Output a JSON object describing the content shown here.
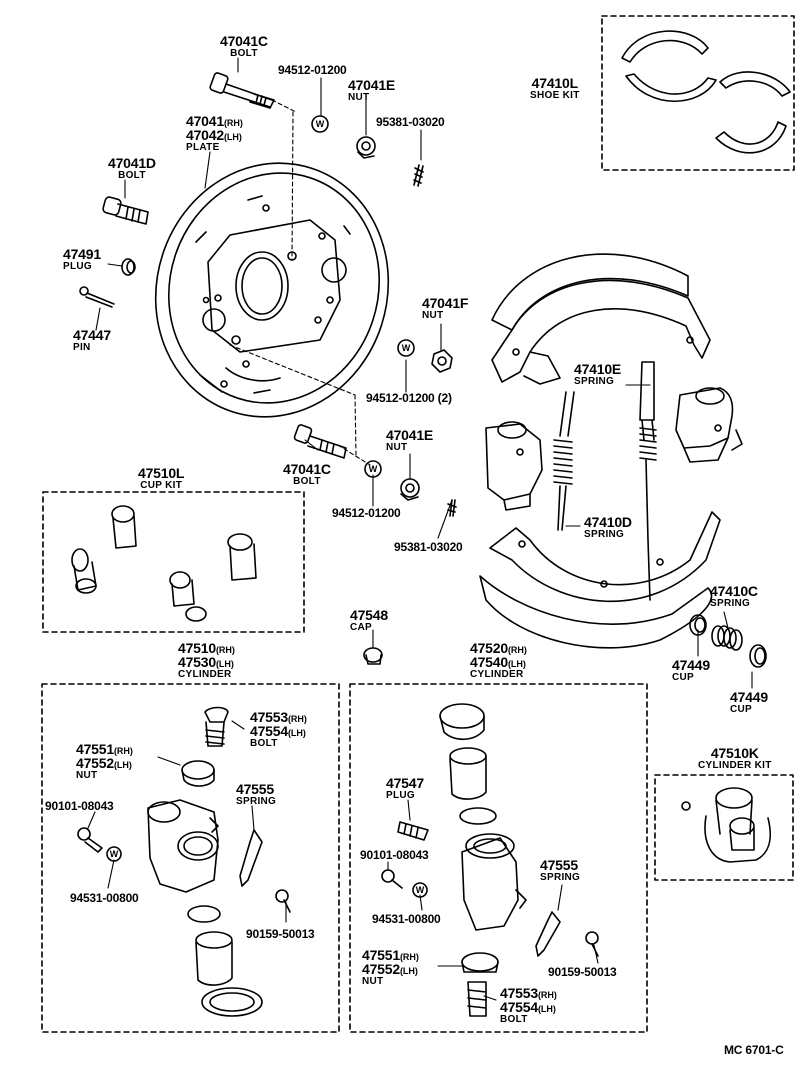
{
  "diagram_code": "MC 6701-C",
  "labels": {
    "bolt_47041c_top": {
      "number": "47041C",
      "name": "BOLT"
    },
    "bolt_47041d": {
      "number": "47041D",
      "name": "BOLT"
    },
    "washer_94512_top": {
      "number": "94512-01200"
    },
    "nut_47041e_top": {
      "number": "47041E",
      "name": "NUT"
    },
    "pin_95381_top": {
      "number": "95381-03020"
    },
    "plate": {
      "rh_number": "47041",
      "rh_side": "(RH)",
      "lh_number": "47042",
      "lh_side": "(LH)",
      "name": "PLATE"
    },
    "shoe_kit": {
      "number": "47410L",
      "name": "SHOE KIT"
    },
    "plug_47491": {
      "number": "47491",
      "name": "PLUG"
    },
    "pin_47447": {
      "number": "47447",
      "name": "PIN"
    },
    "nut_47041f": {
      "number": "47041F",
      "name": "NUT"
    },
    "washer_94512_2": {
      "number": "94512-01200 (2)"
    },
    "spring_47410e": {
      "number": "47410E",
      "name": "SPRING"
    },
    "nut_47041e_mid": {
      "number": "47041E",
      "name": "NUT"
    },
    "bolt_47041c_mid": {
      "number": "47041C",
      "name": "BOLT"
    },
    "washer_94512_mid": {
      "number": "94512-01200"
    },
    "cup_kit": {
      "number": "47510L",
      "name": "CUP KIT"
    },
    "spring_47410d": {
      "number": "47410D",
      "name": "SPRING"
    },
    "pin_95381_mid": {
      "number": "95381-03020"
    },
    "spring_47410c": {
      "number": "47410C",
      "name": "SPRING"
    },
    "cap_47548": {
      "number": "47548",
      "name": "CAP"
    },
    "cup_47449_a": {
      "number": "47449",
      "name": "CUP"
    },
    "cup_47449_b": {
      "number": "47449",
      "name": "CUP"
    },
    "cyl_left": {
      "rh_number": "47510",
      "rh_side": "(RH)",
      "lh_number": "47530",
      "lh_side": "(LH)",
      "name": "CYLINDER"
    },
    "cyl_right": {
      "rh_number": "47520",
      "rh_side": "(RH)",
      "lh_number": "47540",
      "lh_side": "(LH)",
      "name": "CYLINDER"
    },
    "bolt_left": {
      "rh_number": "47553",
      "rh_side": "(RH)",
      "lh_number": "47554",
      "lh_side": "(LH)",
      "name": "BOLT"
    },
    "nut_left": {
      "rh_number": "47551",
      "rh_side": "(RH)",
      "lh_number": "47552",
      "lh_side": "(LH)",
      "name": "NUT"
    },
    "bolt_90101_left": {
      "number": "90101-08043"
    },
    "spring_47555_left": {
      "number": "47555",
      "name": "SPRING"
    },
    "washer_94531_left": {
      "number": "94531-00800"
    },
    "screw_90159_left": {
      "number": "90159-50013"
    },
    "plug_47547": {
      "number": "47547",
      "name": "PLUG"
    },
    "bolt_90101_right": {
      "number": "90101-08043"
    },
    "spring_47555_right": {
      "number": "47555",
      "name": "SPRING"
    },
    "washer_94531_right": {
      "number": "94531-00800"
    },
    "screw_90159_right": {
      "number": "90159-50013"
    },
    "nut_right": {
      "rh_number": "47551",
      "rh_side": "(RH)",
      "lh_number": "47552",
      "lh_side": "(LH)",
      "name": "NUT"
    },
    "bolt_right": {
      "rh_number": "47553",
      "rh_side": "(RH)",
      "lh_number": "47554",
      "lh_side": "(LH)",
      "name": "BOLT"
    },
    "cylinder_kit": {
      "number": "47510K",
      "name": "CYLINDER KIT"
    }
  }
}
